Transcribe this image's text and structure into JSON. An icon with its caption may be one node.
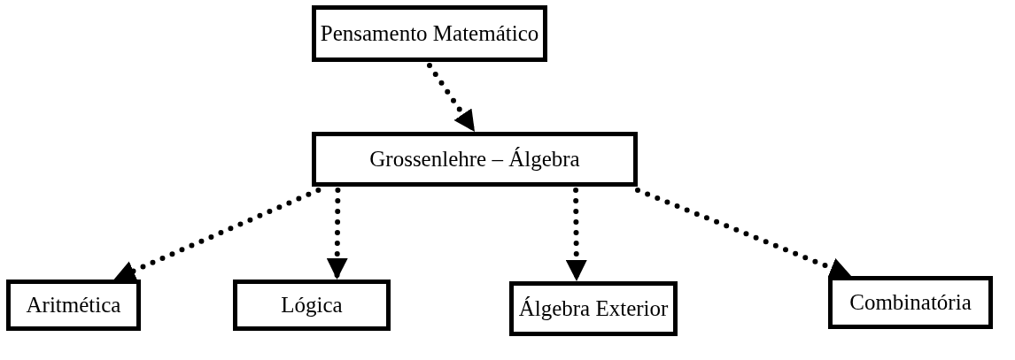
{
  "diagram": {
    "nodes": [
      {
        "text": [
          "Pensamento Matemático"
        ]
      },
      {
        "text": [
          "Grossenlehre – Álgebra"
        ]
      },
      {
        "text": [
          "Aritmética"
        ]
      },
      {
        "text": [
          "Lógica"
        ]
      },
      {
        "text": [
          "Álgebra Exterior"
        ]
      },
      {
        "text": [
          "Combinatória"
        ]
      }
    ],
    "edges": [
      {
        "from": 0,
        "to": 1,
        "arrow": "to"
      },
      {
        "from": 1,
        "to": 2,
        "arrow": "to"
      },
      {
        "from": 1,
        "to": 3,
        "arrow": "to"
      },
      {
        "from": 1,
        "to": 4,
        "arrow": "to"
      },
      {
        "from": 1,
        "to": 5,
        "arrow": "to"
      }
    ]
  }
}
